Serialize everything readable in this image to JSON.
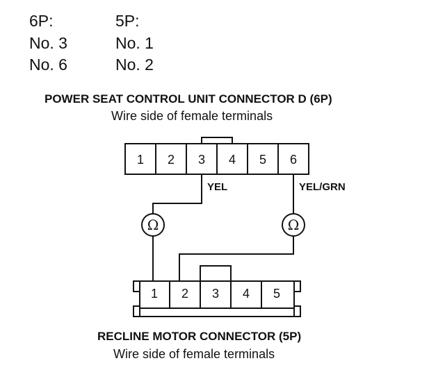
{
  "pin_table": {
    "headers": [
      "6P:",
      "5P:"
    ],
    "rows": [
      [
        "No. 3",
        "No. 1"
      ],
      [
        "No. 6",
        "No. 2"
      ]
    ]
  },
  "connector_6p": {
    "title": "POWER SEAT CONTROL UNIT CONNECTOR D (6P)",
    "subtitle": "Wire side of female terminals",
    "pins": [
      "1",
      "2",
      "3",
      "4",
      "5",
      "6"
    ]
  },
  "connector_5p": {
    "title": "RECLINE MOTOR CONNECTOR (5P)",
    "subtitle": "Wire side of female terminals",
    "pins": [
      "1",
      "2",
      "3",
      "4",
      "5"
    ]
  },
  "wires": {
    "left_color": "YEL",
    "right_color": "YEL/GRN"
  },
  "meters": {
    "symbol": "Ω"
  }
}
